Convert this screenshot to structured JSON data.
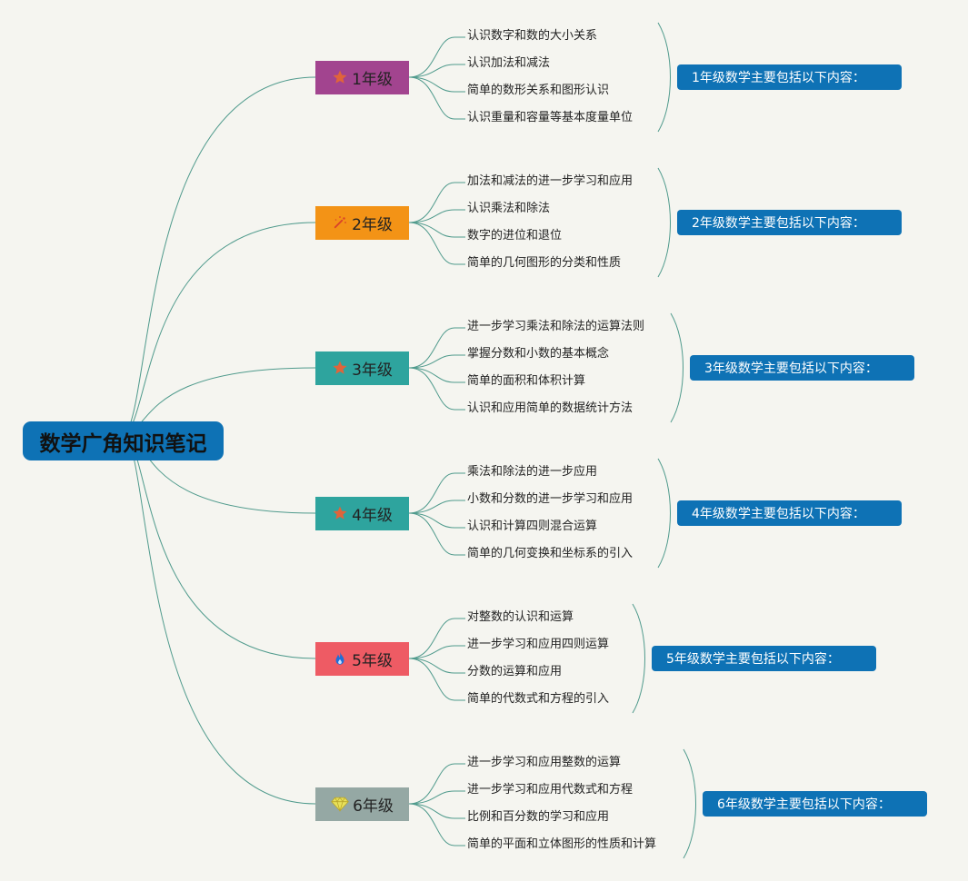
{
  "root": {
    "label": "数学广角知识笔记"
  },
  "colors": {
    "root_bg": "#0e72b5",
    "line": "#4f9a8c",
    "summary_bg": "#0e72b5",
    "icon_orange": "#e0643a",
    "icon_blue": "#1e6fd8",
    "icon_yellow": "#e8e05a"
  },
  "grades": [
    {
      "label": "1年级",
      "color": "#a2448f",
      "icon": "star-icon",
      "items": [
        "认识数字和数的大小关系",
        "认识加法和减法",
        "简单的数形关系和图形认识",
        "认识重量和容量等基本度量单位"
      ],
      "summary": "1年级数学主要包括以下内容："
    },
    {
      "label": "2年级",
      "color": "#f39316",
      "icon": "magic-wand-icon",
      "items": [
        "加法和减法的进一步学习和应用",
        "认识乘法和除法",
        "数字的进位和退位",
        "简单的几何图形的分类和性质"
      ],
      "summary": "2年级数学主要包括以下内容："
    },
    {
      "label": "3年级",
      "color": "#2ea49e",
      "icon": "star-icon",
      "items": [
        "进一步学习乘法和除法的运算法则",
        "掌握分数和小数的基本概念",
        "简单的面积和体积计算",
        "认识和应用简单的数据统计方法"
      ],
      "summary": "3年级数学主要包括以下内容："
    },
    {
      "label": "4年级",
      "color": "#2ea49e",
      "icon": "star-icon",
      "items": [
        "乘法和除法的进一步应用",
        "小数和分数的进一步学习和应用",
        "认识和计算四则混合运算",
        "简单的几何变换和坐标系的引入"
      ],
      "summary": "4年级数学主要包括以下内容："
    },
    {
      "label": "5年级",
      "color": "#ee5b64",
      "icon": "flame-icon",
      "items": [
        "对整数的认识和运算",
        "进一步学习和应用四则运算",
        "分数的运算和应用",
        "简单的代数式和方程的引入"
      ],
      "summary": "5年级数学主要包括以下内容："
    },
    {
      "label": "6年级",
      "color": "#95a8a4",
      "icon": "diamond-icon",
      "items": [
        "进一步学习和应用整数的运算",
        "进一步学习和应用代数式和方程",
        "比例和百分数的学习和应用",
        "简单的平面和立体图形的性质和计算"
      ],
      "summary": "6年级数学主要包括以下内容："
    }
  ]
}
